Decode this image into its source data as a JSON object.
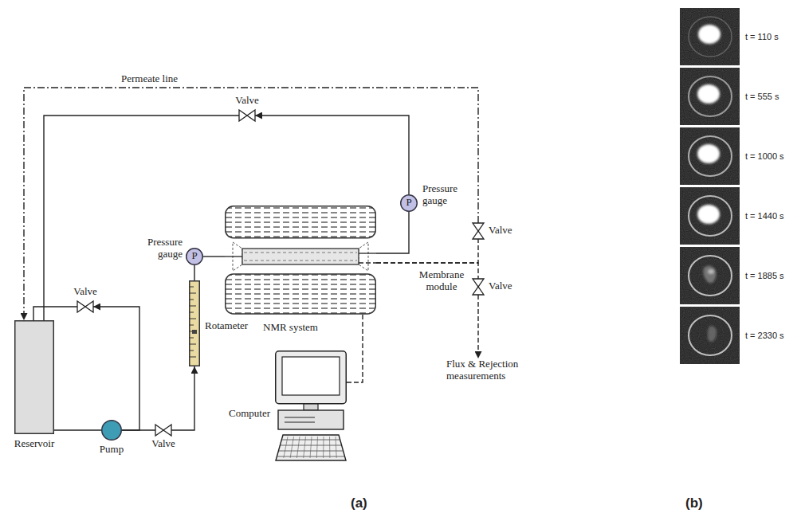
{
  "diagram": {
    "nodes": [
      {
        "text": [
          "Reservoir"
        ]
      },
      {
        "text": [
          "Pump"
        ]
      },
      {
        "text": [
          "Valve"
        ]
      },
      {
        "text": [
          "Valve"
        ]
      },
      {
        "text": [
          "Rotameter"
        ]
      },
      {
        "text": [
          "P",
          "Pressure gauge"
        ]
      },
      {
        "text": [
          "NMR system"
        ]
      },
      {
        "text": [
          "P",
          "Pressure gauge"
        ]
      },
      {
        "text": [
          "Valve"
        ]
      },
      {
        "text": [
          "Valve"
        ]
      },
      {
        "text": [
          "Valve"
        ]
      },
      {
        "text": [
          "Flux & Rejection measurements"
        ]
      },
      {
        "text": [
          "Computer"
        ]
      }
    ],
    "edges": [
      {
        "from": 0,
        "to": 1,
        "arrow": "none"
      },
      {
        "from": 1,
        "to": 3,
        "arrow": "none"
      },
      {
        "from": 1,
        "to": 2,
        "arrow": "to"
      },
      {
        "from": 2,
        "to": 0,
        "arrow": "none"
      },
      {
        "from": 3,
        "to": 4,
        "arrow": "to"
      },
      {
        "from": 4,
        "to": 5,
        "arrow": "none"
      },
      {
        "from": 5,
        "to": 6,
        "arrow": "none"
      },
      {
        "from": 6,
        "to": 7,
        "arrow": "none"
      },
      {
        "from": 7,
        "to": 8,
        "arrow": "to"
      },
      {
        "from": 8,
        "to": 0,
        "arrow": "none"
      },
      {
        "from": 6,
        "to": 9,
        "arrow": "none"
      },
      {
        "from": 6,
        "to": 10,
        "arrow": "none"
      },
      {
        "from": 9,
        "to": 0,
        "label": "Permeate line",
        "arrow": "to"
      },
      {
        "from": 10,
        "to": 11,
        "arrow": "to"
      },
      {
        "from": 6,
        "to": 12,
        "arrow": "none"
      }
    ],
    "labels": [
      "Membrane module",
      "(a)",
      "(b)",
      "t = 110 s",
      "t = 555 s",
      "t = 1000 s",
      "t = 1440 s",
      "t = 1885 s",
      "t = 2330 s"
    ]
  }
}
